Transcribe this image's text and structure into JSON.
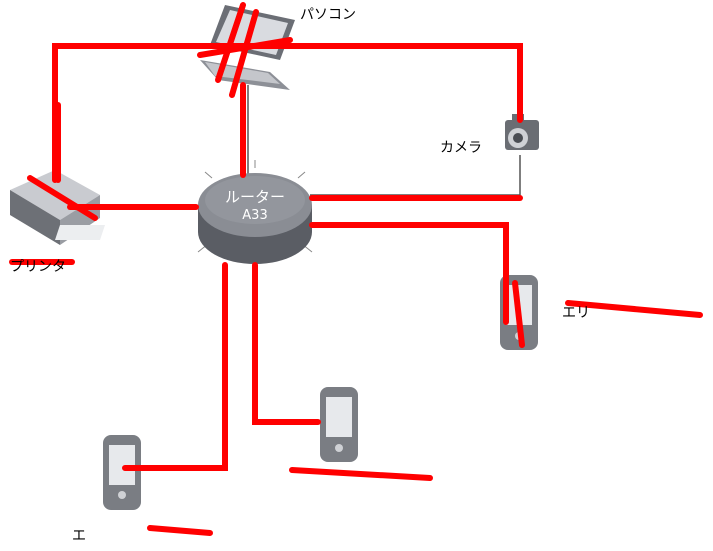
{
  "diagram": {
    "router": {
      "name": "ルーター",
      "model": "A33"
    },
    "devices": {
      "pc": {
        "label": "パソコン",
        "icon": "laptop-icon"
      },
      "camera": {
        "label": "カメラ",
        "icon": "camera-icon"
      },
      "printer": {
        "label": "プリンタ",
        "icon": "printer-icon"
      },
      "phone_right": {
        "label": "エリ",
        "icon": "mobile-device-icon"
      },
      "phone_mid": {
        "label": "",
        "icon": "mobile-device-icon"
      },
      "phone_left": {
        "label": "エ",
        "icon": "mobile-device-icon"
      }
    },
    "colors": {
      "annotation": "#ff0000",
      "line": "#555555",
      "router_top": "#8a8d94",
      "router_side": "#5a5d64"
    }
  }
}
